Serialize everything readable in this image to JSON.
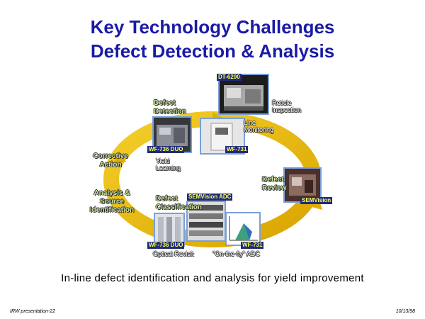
{
  "title": {
    "line1": "Key Technology Challenges",
    "line2": "Defect Detection & Analysis"
  },
  "stages": {
    "defect_detection": "Defect Detection",
    "defect_review": "Defect Review",
    "defect_classification": "Defect Classification",
    "analysis_source": "Analysis & Source Identification",
    "corrective_action": "Corrective Action"
  },
  "captions": {
    "reticle_inspection": "Reticle Inspection",
    "line_monitoring": "Line Monitoring",
    "yield_learning": "Yield Learning",
    "optical_revisit": "Optical Revisit",
    "on_the_fly_adc": "\"On-the-fly\" ADC"
  },
  "tags": {
    "dt": "DT-6200",
    "wf736_top": "WF-736 DUO",
    "wf731_top": "WF-731",
    "semvision": "SEMVision",
    "semvision_adc": "SEMVision ADC",
    "wf736_bottom": "WF-736 DUO",
    "wf731_bottom": "WF-731"
  },
  "subtitle": "In-line defect identification and analysis for yield improvement",
  "footer": {
    "left": "IRW presentation-22",
    "right": "10/13/98"
  },
  "colors": {
    "title": "#1a1aa6",
    "ring": "#e8b800",
    "photo_border": "#7aa0d8",
    "tag_bg": "#1e2b7a",
    "tag_text": "#ffff55"
  }
}
